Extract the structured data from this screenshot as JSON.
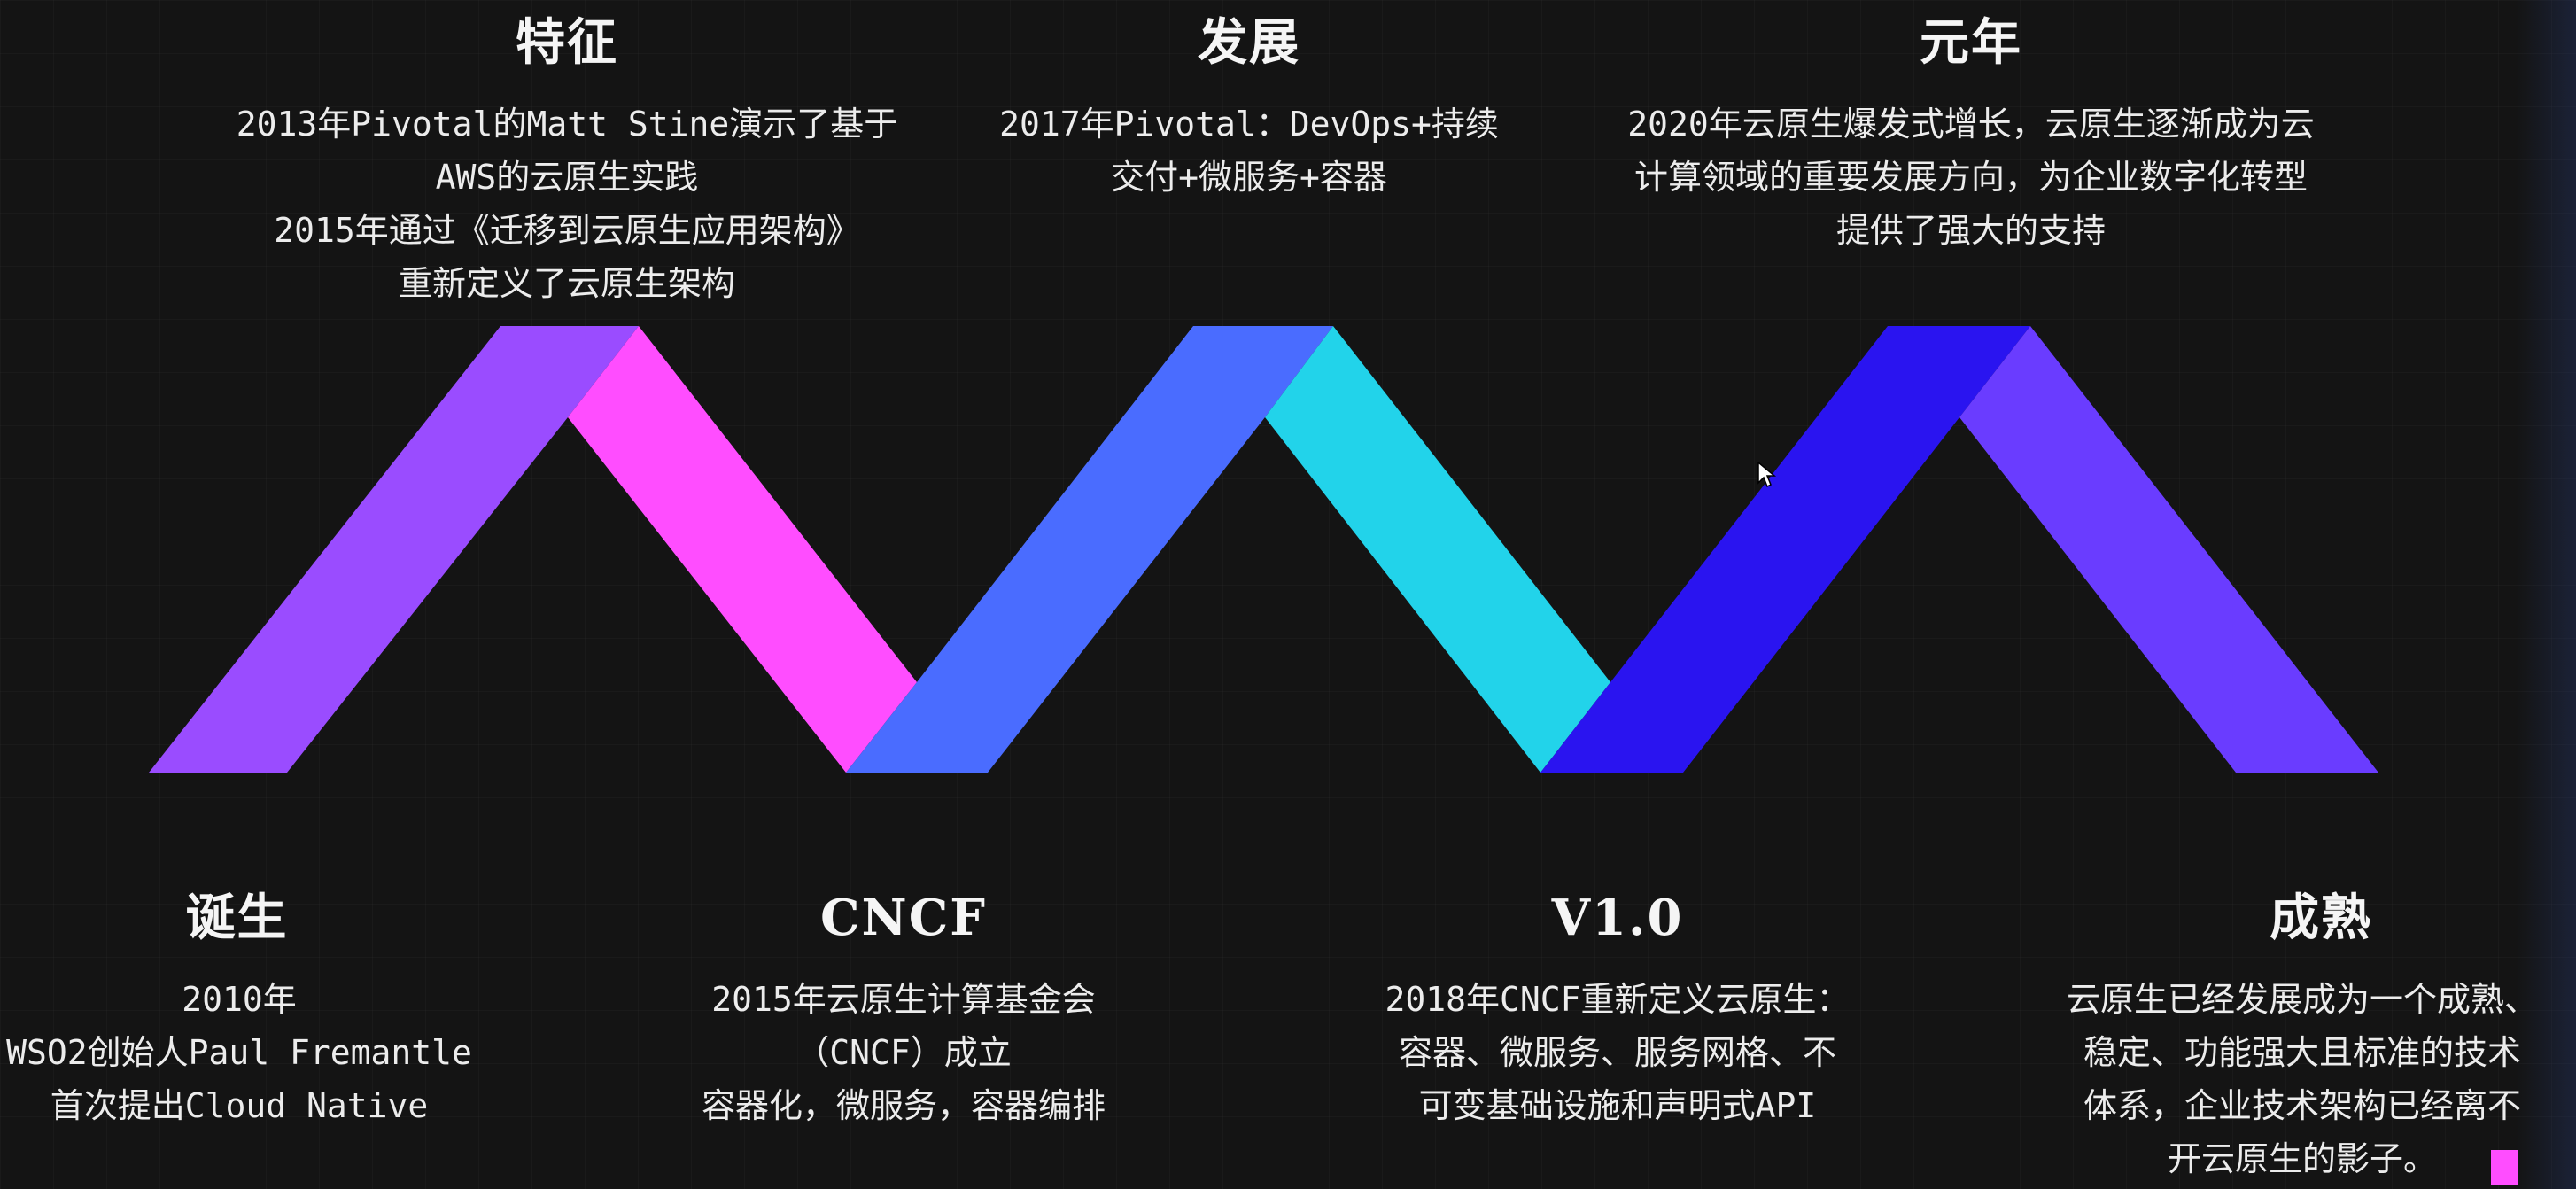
{
  "top_milestones": [
    {
      "title": "特征",
      "desc": "2013年Pivotal的Matt Stine演示了基于\nAWS的云原生实践\n2015年通过《迁移到云原生应用架构》\n重新定义了云原生架构"
    },
    {
      "title": "发展",
      "desc": "2017年Pivotal：DevOps+持续\n交付+微服务+容器"
    },
    {
      "title": "元年",
      "desc": "2020年云原生爆发式增长，云原生逐渐成为云\n计算领域的重要发展方向，为企业数字化转型\n提供了强大的支持"
    }
  ],
  "bottom_milestones": [
    {
      "title": "诞生",
      "desc": "2010年\nWSO2创始人Paul Fremantle\n首次提出Cloud Native"
    },
    {
      "title": "CNCF",
      "desc": "2015年云原生计算基金会\n（CNCF）成立\n容器化，微服务，容器编排"
    },
    {
      "title": "V1.0",
      "desc": "2018年CNCF重新定义云原生：\n容器、微服务、服务网格、不\n可变基础设施和声明式API"
    },
    {
      "title": "成熟",
      "desc": "云原生已经发展成为一个成熟、\n稳定、功能强大且标准的技术\n体系，企业技术架构已经离不\n开云原生的影子。"
    }
  ],
  "colors": {
    "background": "#141414",
    "segment_1": "#9a4cff",
    "segment_2": "#ff4dff",
    "segment_3": "#4a6cff",
    "segment_4": "#22d3ea",
    "segment_5": "#2a14f0",
    "segment_6": "#6a3cff"
  }
}
